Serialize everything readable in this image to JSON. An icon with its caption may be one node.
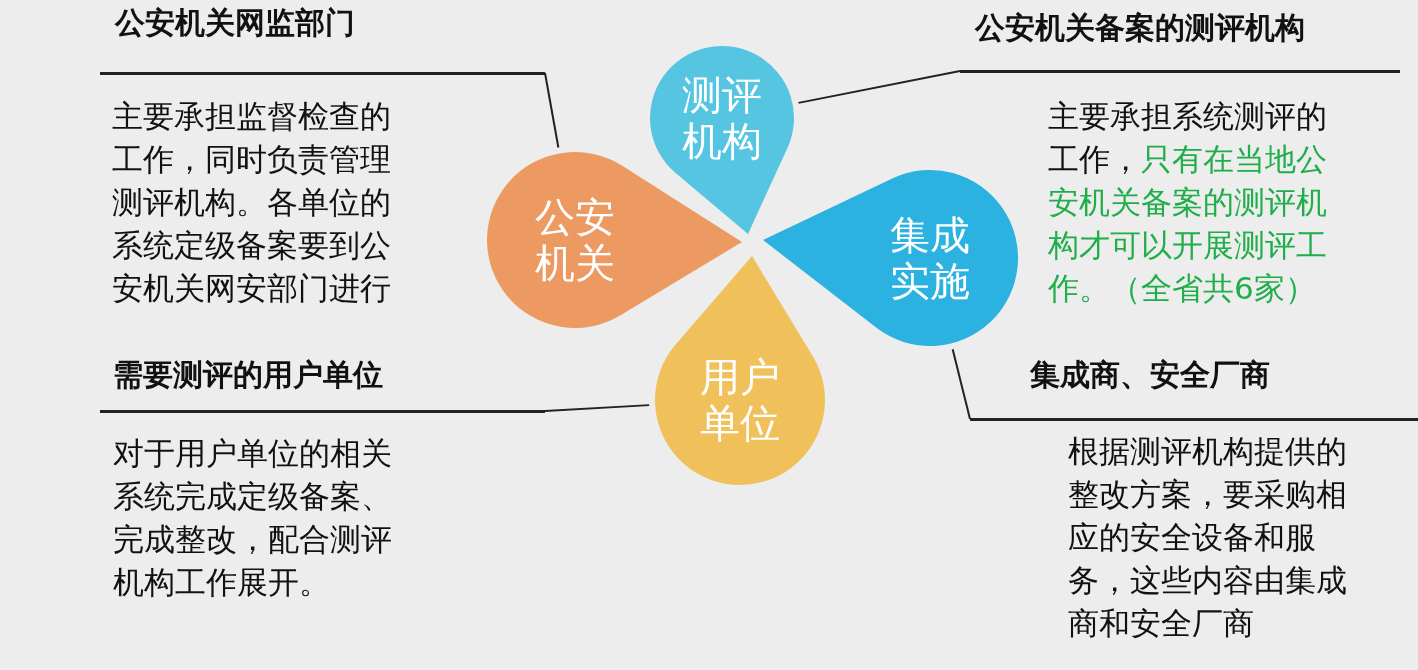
{
  "diagram": {
    "nodes": [
      {
        "text": [
          "公安机关网监部门",
          "主要承担监督检查的工作，同时负责管理测评机构。各单位的系统定级备案要到公安机关网安部门进行"
        ]
      },
      {
        "text": [
          "测评机构"
        ]
      },
      {
        "text": [
          "公安机关备案的测评机构",
          "主要承担系统测评的工作，",
          "只有在当地公安机关备案的测评机构才可以开展测评工作。（全省共6家）"
        ]
      },
      {
        "text": [
          "公安机关"
        ]
      },
      {
        "text": [
          "集成实施"
        ]
      },
      {
        "text": [
          "需要测评的用户单位",
          "对于用户单位的相关系统完成定级备案、完成整改，配合测评机构工作展开。"
        ]
      },
      {
        "text": [
          "用户单位"
        ]
      },
      {
        "text": [
          "集成商、安全厂商",
          "根据测评机构提供的整改方案，要采购相应的安全设备和服务，这些内容由集成商和安全厂商"
        ]
      }
    ],
    "edges": [
      {
        "from": 0,
        "to": 3,
        "arrow": "none"
      },
      {
        "from": 2,
        "to": 1,
        "arrow": "none"
      },
      {
        "from": 5,
        "to": 6,
        "arrow": "none"
      },
      {
        "from": 7,
        "to": 4,
        "arrow": "none"
      }
    ]
  }
}
